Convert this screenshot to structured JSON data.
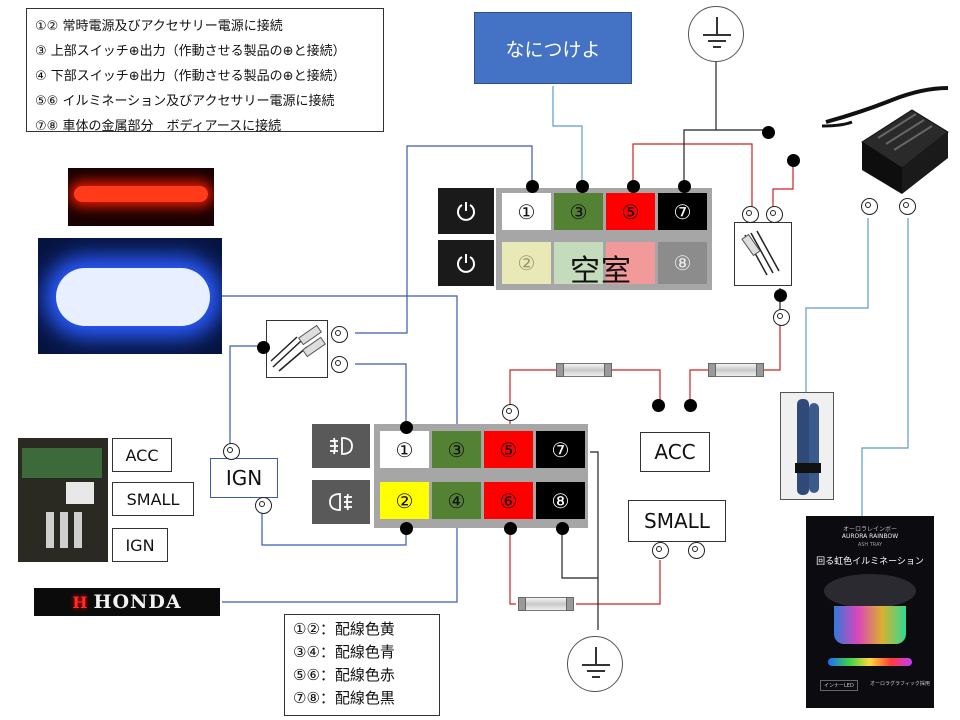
{
  "legend": {
    "lines": [
      "①② 常時電源及びアクセサリー電源に接続",
      "③ 上部スイッチ⊕出力（作動させる製品の⊕と接続）",
      "④ 下部スイッチ⊕出力（作動させる製品の⊕と接続）",
      "⑤⑥ イルミネーション及びアクセサリー電源に接続",
      "⑦⑧ 車体の金属部分　ボディアースに接続"
    ]
  },
  "callout": {
    "text": "なにつけよ"
  },
  "top_panel": {
    "row1": [
      "①",
      "③",
      "⑤",
      "⑦"
    ],
    "row2": [
      "②",
      "",
      "",
      "⑧"
    ],
    "overlay": "空室"
  },
  "bottom_panel": {
    "row1": [
      "①",
      "③",
      "⑤",
      "⑦"
    ],
    "row2": [
      "②",
      "④",
      "⑥",
      "⑧"
    ]
  },
  "labels": {
    "acc_tag": "ACC",
    "small_tag": "SMALL",
    "ign_tag": "IGN",
    "ign_box": "IGN",
    "acc_box": "ACC",
    "small_box": "SMALL",
    "honda_logo": "HONDA"
  },
  "notes": {
    "lines": [
      "①②：配線色黄",
      "③④：配線色青",
      "⑤⑥：配線色赤",
      "⑦⑧：配線色黒"
    ]
  },
  "product": {
    "header_small": "オーロラレインボー",
    "brand": "AURORA RAINBOW",
    "brand_sub": "ASH TRAY",
    "tagline": "回る虹色イルミネーション",
    "badge_left": "インナーLED",
    "badge_right": "オーロラグラフィック採用"
  },
  "colors": {
    "wire_blue": "#3b5bb5",
    "wire_red": "#d02020",
    "wire_black": "#222222",
    "wire_light_blue": "#5b9bd5",
    "callout_blue": "#4472c4"
  }
}
